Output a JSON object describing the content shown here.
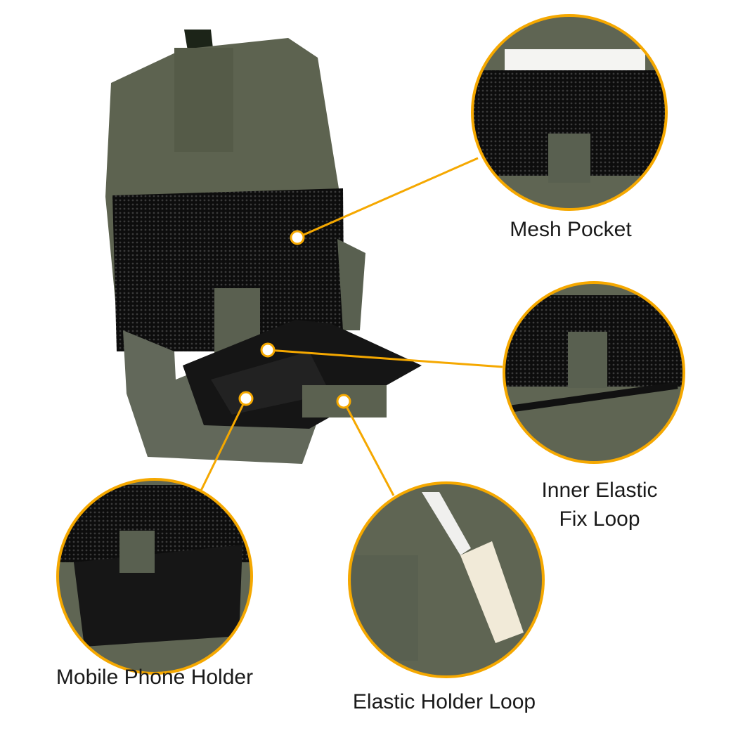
{
  "colors": {
    "accent": "#f5a800",
    "fabric": "#5e6450",
    "mesh": "#111111"
  },
  "callouts": [
    {
      "label": "Mesh Pocket"
    },
    {
      "label_line1": "Inner Elastic",
      "label_line2": "Fix Loop"
    },
    {
      "label": "Mobile Phone Holder"
    },
    {
      "label": "Elastic Holder Loop"
    }
  ]
}
